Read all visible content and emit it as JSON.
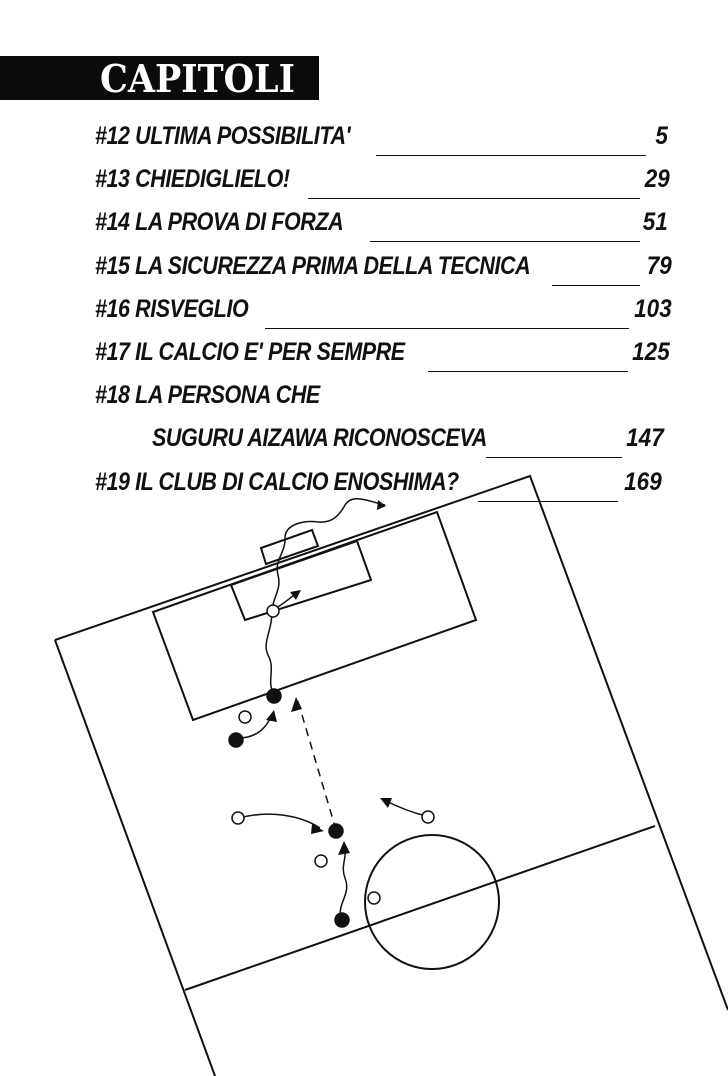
{
  "header": {
    "title": "CAPITOLI"
  },
  "chapters": [
    {
      "label": "#12 ULTIMA POSSIBILITA'",
      "page": "5"
    },
    {
      "label": "#13 CHIEDIGLIELO!",
      "page": "29"
    },
    {
      "label": "#14 LA PROVA DI FORZA",
      "page": "51"
    },
    {
      "label": "#15 LA SICUREZZA PRIMA DELLA TECNICA",
      "page": "79"
    },
    {
      "label": "#16 RISVEGLIO",
      "page": "103"
    },
    {
      "label": "#17 IL CALCIO E' PER SEMPRE",
      "page": "125"
    },
    {
      "label": "#18 LA PERSONA CHE",
      "label2": "SUGURU AIZAWA RICONOSCEVA",
      "page": "147"
    },
    {
      "label": "#19 IL CLUB DI CALCIO ENOSHIMA?",
      "page": "169"
    }
  ],
  "colors": {
    "ink": "#111111",
    "paper": "#ffffff"
  }
}
